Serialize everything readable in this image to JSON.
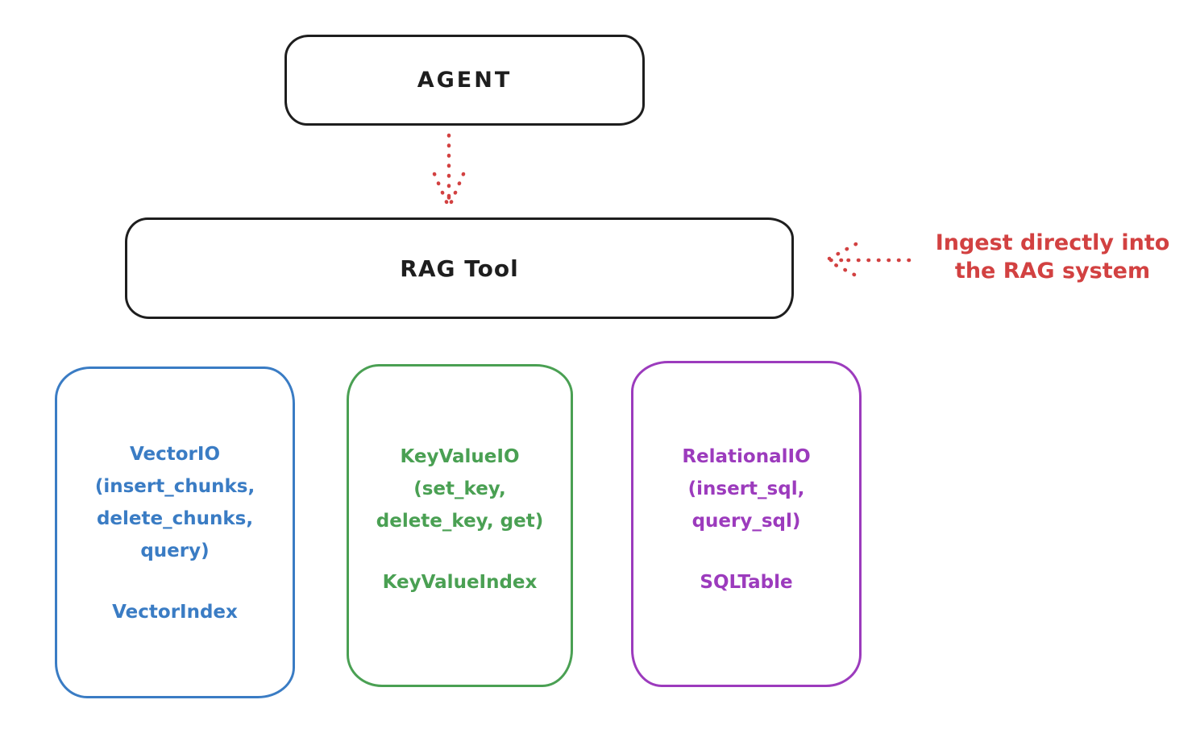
{
  "agent": {
    "label": "AGENT"
  },
  "rag_tool": {
    "label": "RAG Tool"
  },
  "annotation": {
    "line1": "Ingest directly into",
    "line2": "the RAG system"
  },
  "backends": [
    {
      "lines": [
        "VectorIO",
        "(insert_chunks,",
        "delete_chunks,",
        "query)"
      ],
      "index_label": "VectorIndex",
      "color": "#3a7cc4"
    },
    {
      "lines": [
        "KeyValueIO",
        "(set_key,",
        "delete_key, get)",
        ""
      ],
      "index_label": "KeyValueIndex",
      "color": "#4aa053"
    },
    {
      "lines": [
        "RelationalIO",
        "(insert_sql,",
        "query_sql)",
        ""
      ],
      "index_label": "SQLTable",
      "color": "#9c3bbd"
    }
  ],
  "colors": {
    "stroke": "#1e1e1e",
    "accent_red": "#d24141",
    "background": "#ffffff"
  }
}
